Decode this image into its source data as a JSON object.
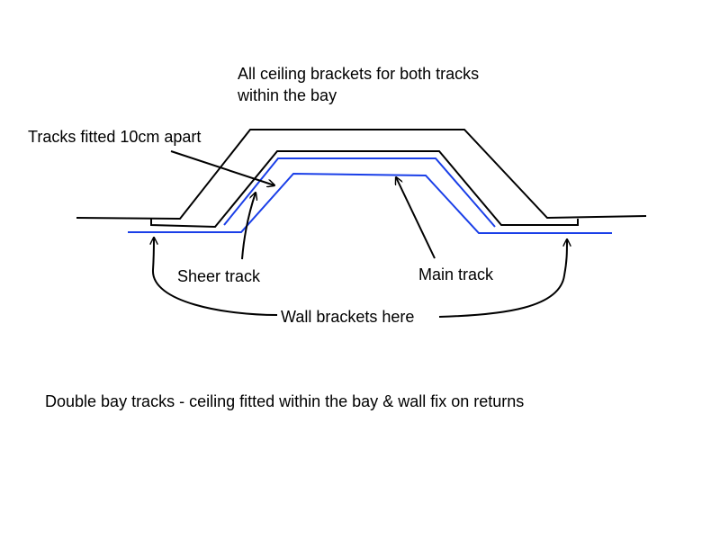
{
  "labels": {
    "ceiling_brackets_line1": "All ceiling brackets for both tracks",
    "ceiling_brackets_line2": "within the bay",
    "tracks_apart": "Tracks fitted 10cm apart",
    "sheer_track": "Sheer track",
    "main_track": "Main track",
    "wall_brackets": "Wall brackets here",
    "caption": "Double bay tracks - ceiling fitted within the bay & wall fix on returns"
  },
  "colors": {
    "outline": "#000000",
    "track": "#1a3fe8",
    "background": "#ffffff"
  }
}
